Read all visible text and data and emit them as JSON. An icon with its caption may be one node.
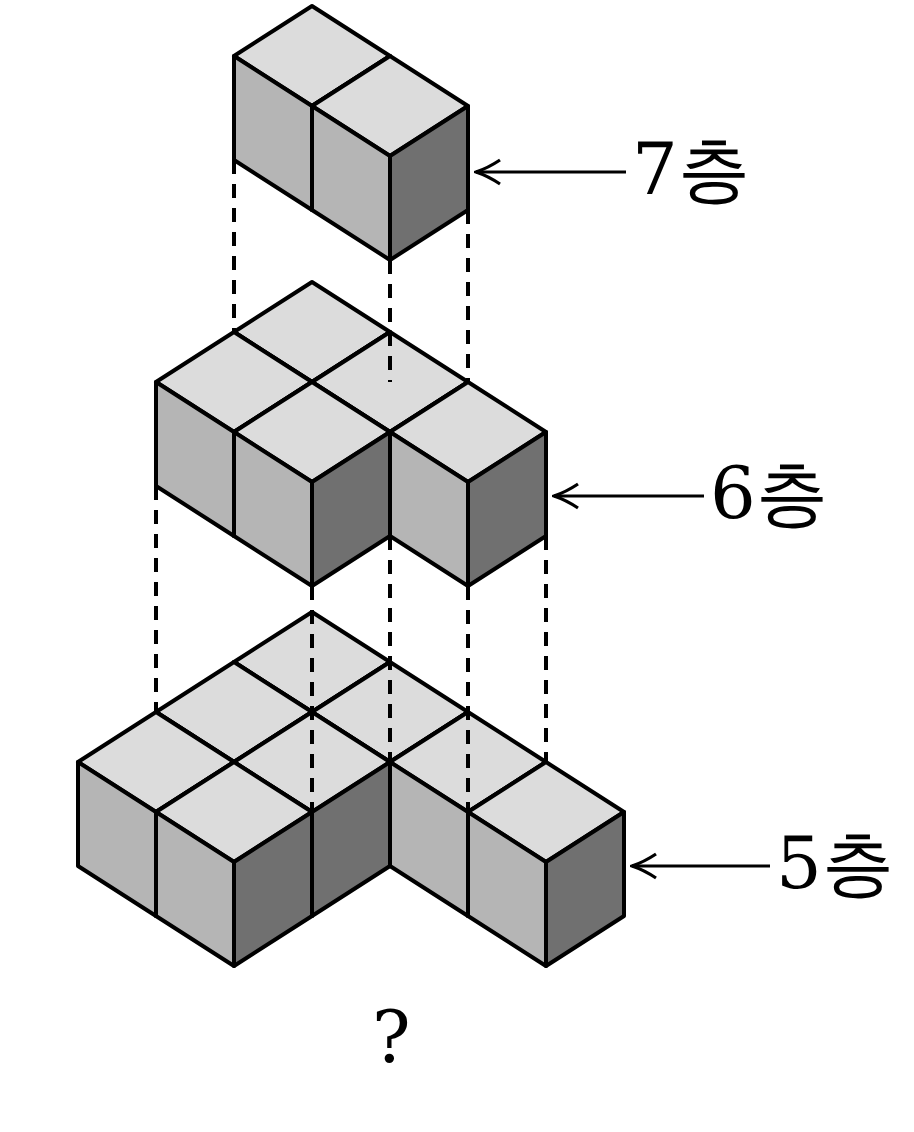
{
  "diagram": {
    "nodes": [
      {
        "text": [],
        "shape": "picture"
      },
      {
        "text": [
          "7층"
        ]
      },
      {
        "text": [],
        "shape": "picture"
      },
      {
        "text": [
          "6층"
        ]
      },
      {
        "text": [],
        "shape": "picture",
        "beside": [
          "?"
        ]
      },
      {
        "text": [
          "5층"
        ]
      }
    ],
    "edges": [
      {
        "from": 1,
        "to": 0,
        "arrow": "to"
      },
      {
        "from": 0,
        "to": 2,
        "arrow": "none",
        "style": "dashed"
      },
      {
        "from": 0,
        "to": 2,
        "arrow": "none",
        "style": "dashed"
      },
      {
        "from": 0,
        "to": 2,
        "arrow": "none",
        "style": "dashed"
      },
      {
        "from": 3,
        "to": 2,
        "arrow": "to"
      },
      {
        "from": 2,
        "to": 4,
        "arrow": "none",
        "style": "dashed"
      },
      {
        "from": 2,
        "to": 4,
        "arrow": "none",
        "style": "dashed"
      },
      {
        "from": 2,
        "to": 4,
        "arrow": "none",
        "style": "dashed"
      },
      {
        "from": 2,
        "to": 4,
        "arrow": "none",
        "style": "dashed"
      },
      {
        "from": 2,
        "to": 4,
        "arrow": "none",
        "style": "dashed"
      },
      {
        "from": 5,
        "to": 4,
        "arrow": "to"
      }
    ]
  }
}
